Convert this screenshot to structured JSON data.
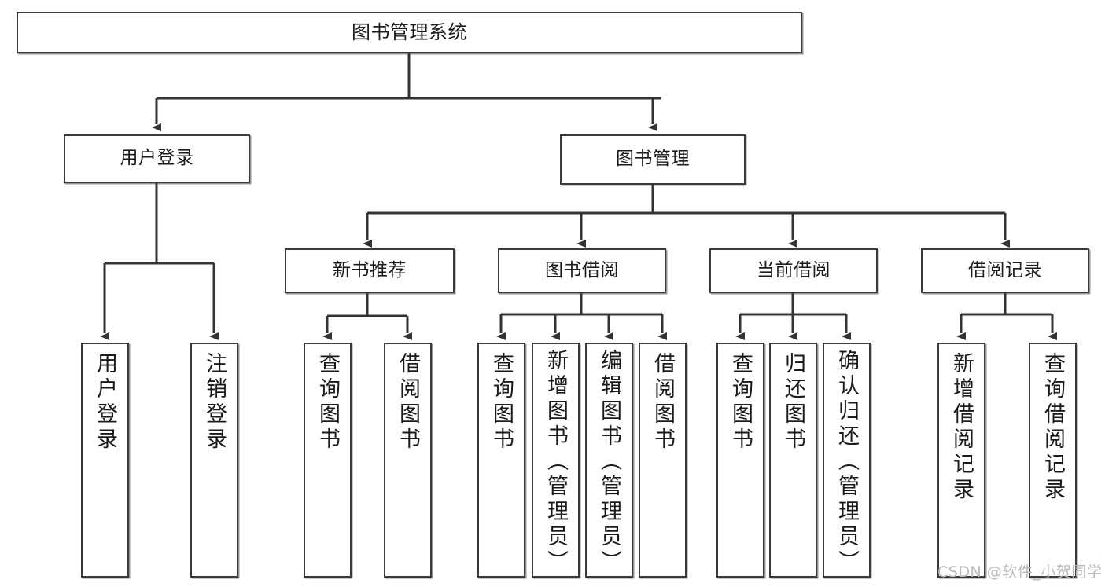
{
  "diagram": {
    "title": "图书管理系统",
    "type": "tree-hierarchy",
    "orientation": "top-down",
    "line_color": "#3a3a3a",
    "box_fill": "#ffffff",
    "text_color": "#1b1b1b",
    "root": {
      "id": "root",
      "label": "图书管理系统"
    },
    "level1": [
      {
        "id": "user-login",
        "label": "用户登录"
      },
      {
        "id": "book-management",
        "label": "图书管理"
      }
    ],
    "level2": [
      {
        "id": "new-book-recommend",
        "label": "新书推荐",
        "parent": "book-management"
      },
      {
        "id": "book-borrow",
        "label": "图书借阅",
        "parent": "book-management"
      },
      {
        "id": "current-borrow",
        "label": "当前借阅",
        "parent": "book-management"
      },
      {
        "id": "borrow-record",
        "label": "借阅记录",
        "parent": "book-management"
      }
    ],
    "leaves": {
      "user-login": [
        {
          "id": "leaf-user-login",
          "label": "用户登录"
        },
        {
          "id": "leaf-logout",
          "label": "注销登录"
        }
      ],
      "new-book-recommend": [
        {
          "id": "leaf-query-book-1",
          "label": "查询图书"
        },
        {
          "id": "leaf-borrow-book-1",
          "label": "借阅图书"
        }
      ],
      "book-borrow": [
        {
          "id": "leaf-query-book-2",
          "label": "查询图书"
        },
        {
          "id": "leaf-add-book",
          "label": "新增图书（管理员）"
        },
        {
          "id": "leaf-edit-book",
          "label": "编辑图书（管理员）"
        },
        {
          "id": "leaf-borrow-book-2",
          "label": "借阅图书"
        }
      ],
      "current-borrow": [
        {
          "id": "leaf-query-book-3",
          "label": "查询图书"
        },
        {
          "id": "leaf-return-book",
          "label": "归还图书"
        },
        {
          "id": "leaf-confirm-return",
          "label": "确认归还（管理员）"
        }
      ],
      "borrow-record": [
        {
          "id": "leaf-add-record",
          "label": "新增借阅记录"
        },
        {
          "id": "leaf-query-record",
          "label": "查询借阅记录"
        }
      ]
    }
  },
  "watermark": {
    "text": "CSDN @软件_小贺同学"
  }
}
